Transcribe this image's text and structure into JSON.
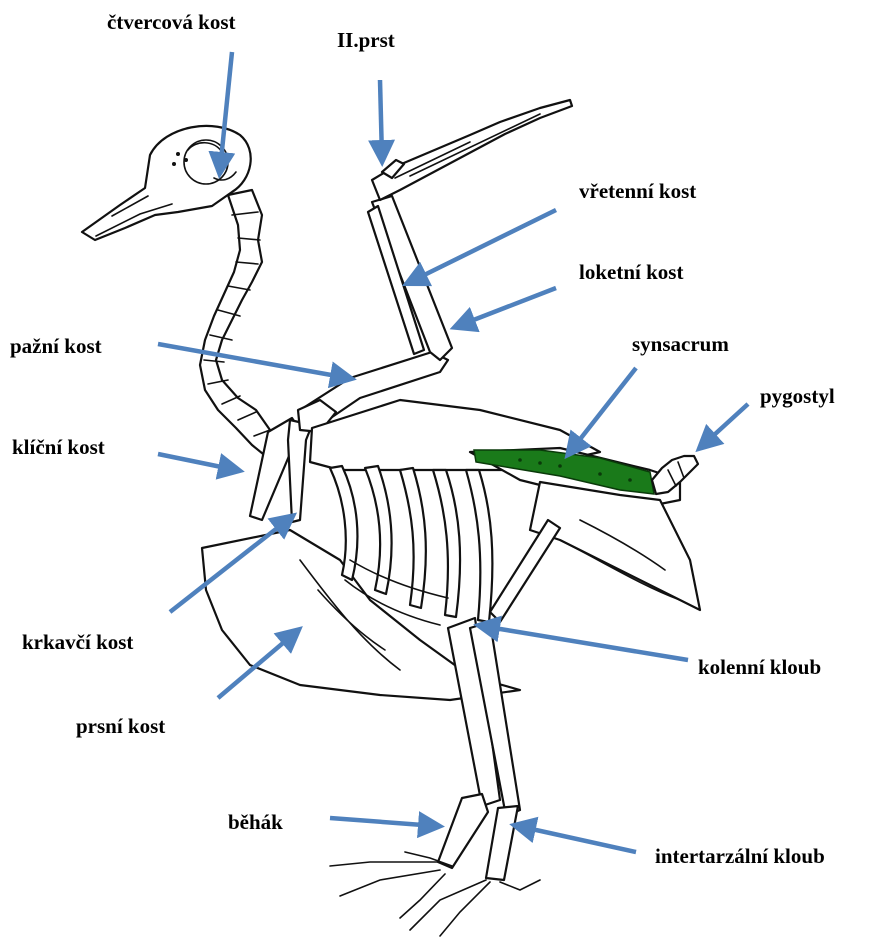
{
  "labels": {
    "ctvercova_kost": "čtvercová kost",
    "ii_prst": "II.prst",
    "vretenni_kost": "vřetenní kost",
    "loketni_kost": "loketní kost",
    "pazni_kost": "pažní kost",
    "synsacrum": "synsacrum",
    "pygostyl": "pygostyl",
    "klicni_kost": "klíční kost",
    "krkavci_kost": "krkavčí kost",
    "kolenni_kloub": "kolenní kloub",
    "prsni_kost": "prsní kost",
    "behak": "běhák",
    "intertarzalni_kloub": "intertarzální kloub"
  },
  "colors": {
    "arrow": "#4f81bd",
    "synsacrum_highlight": "#1a7a1a",
    "outline": "#111111",
    "text": "#000000"
  }
}
